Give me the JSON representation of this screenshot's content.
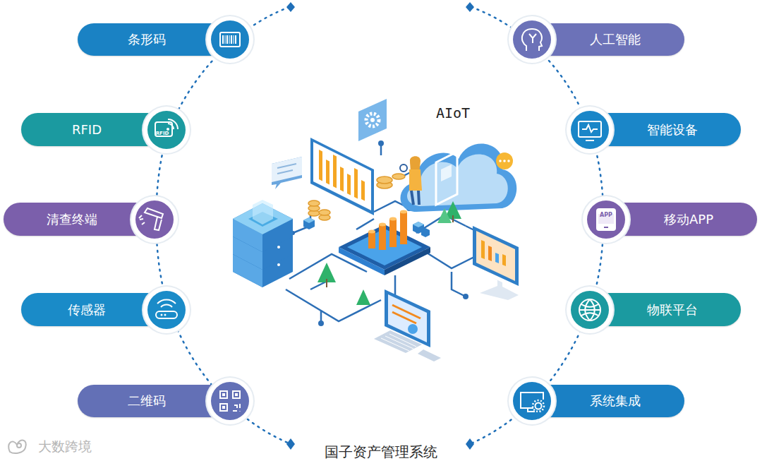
{
  "diagram": {
    "title": "国子资产管理系统",
    "nodes": [
      {
        "text": [
          "条形码"
        ]
      },
      {
        "text": [
          "RFID"
        ]
      },
      {
        "text": [
          "清查终端"
        ]
      },
      {
        "text": [
          "传感器"
        ]
      },
      {
        "text": [
          "二维码"
        ]
      },
      {
        "text": [
          "人工智能"
        ]
      },
      {
        "text": [
          "智能设备"
        ]
      },
      {
        "text": [
          "移动APP"
        ]
      },
      {
        "text": [
          "物联平台"
        ]
      },
      {
        "text": [
          "系统集成"
        ]
      }
    ],
    "labels": [
      "AIoT",
      "RFID",
      "APP",
      "大数跨境"
    ]
  }
}
